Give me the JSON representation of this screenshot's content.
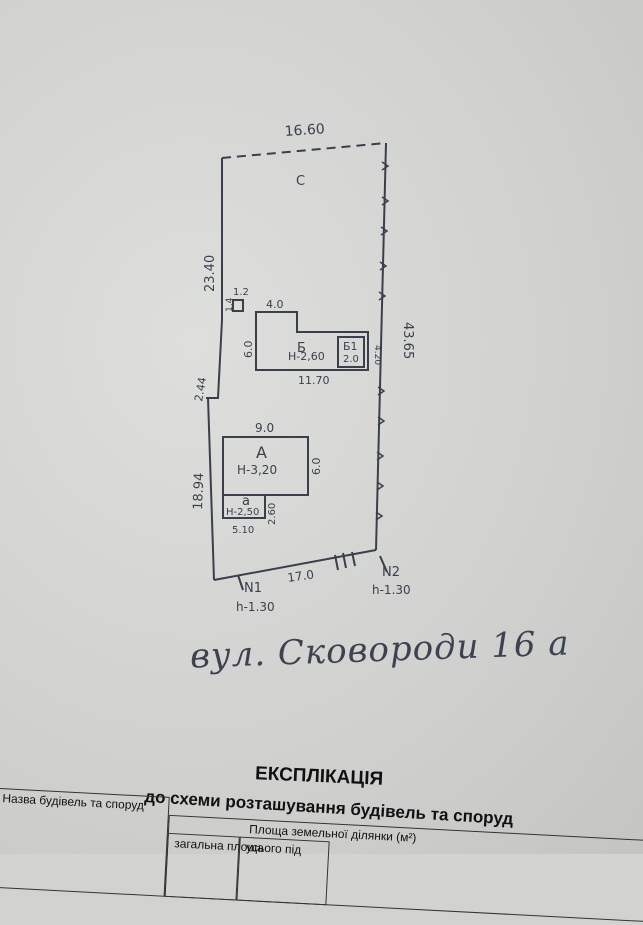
{
  "plan": {
    "top_width": "16.60",
    "yard_label": "C",
    "left_upper": "23.40",
    "left_jog": "2.44",
    "left_lower": "18.94",
    "right_side": "43.65",
    "bottom_front": "17.0",
    "small_width": "1.2",
    "small_height": "1.4",
    "building_b": {
      "letter": "Б",
      "height": "Н-2,60",
      "top_len": "4.0",
      "side_len": "6.0",
      "bottom_len": "11.70"
    },
    "annex_b1": {
      "letter": "Б1",
      "width": "2.0",
      "depth": "4.20"
    },
    "building_a": {
      "letter": "А",
      "height": "Н-3,20",
      "top_len": "9.0",
      "side_len": "6.0"
    },
    "annex_a": {
      "letter": "а",
      "height": "Н-2,50",
      "bottom_len": "5.10",
      "side_len": "2.60"
    },
    "point_1": {
      "label": "N1",
      "elev": "h-1.30"
    },
    "point_2": {
      "label": "N2",
      "elev": "h-1.30"
    }
  },
  "street": "вул. Сковороди 16 а",
  "explication": {
    "title": "ЕКСПЛІКАЦІЯ",
    "subtitle": "до схеми розташування будівель та споруд",
    "col_name": "Назва будівель та споруд",
    "col_area": "Площа земельної ділянки (м²)",
    "col_total": "загальна площа",
    "col_all": "усього під"
  }
}
